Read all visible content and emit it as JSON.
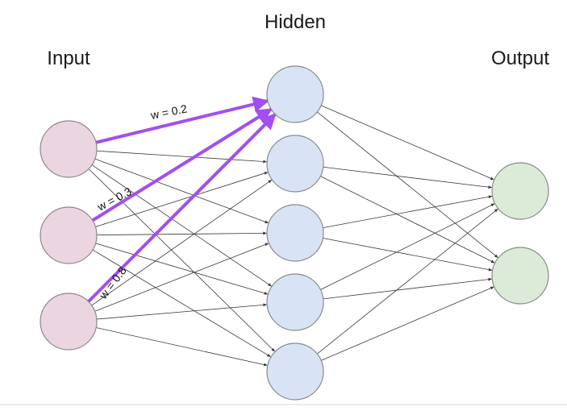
{
  "layers": [
    {
      "id": "input",
      "label": "Input",
      "node_count": 3,
      "color": "#ead5e0"
    },
    {
      "id": "hidden",
      "label": "Hidden",
      "node_count": 5,
      "color": "#d8e4f5"
    },
    {
      "id": "output",
      "label": "Output",
      "node_count": 2,
      "color": "#dcebd7"
    }
  ],
  "connections": "fully-connected",
  "edge_color": "#3a3a3a",
  "node_stroke": "#8a8a8a",
  "highlight_color": "#a24ef0",
  "highlighted_edges": [
    {
      "from_layer": "input",
      "from": 0,
      "to_layer": "hidden",
      "to": 0,
      "label": "w = 0.2"
    },
    {
      "from_layer": "input",
      "from": 1,
      "to_layer": "hidden",
      "to": 0,
      "label": "w = 0.3"
    },
    {
      "from_layer": "input",
      "from": 2,
      "to_layer": "hidden",
      "to": 0,
      "label": "w = 0.8"
    }
  ]
}
